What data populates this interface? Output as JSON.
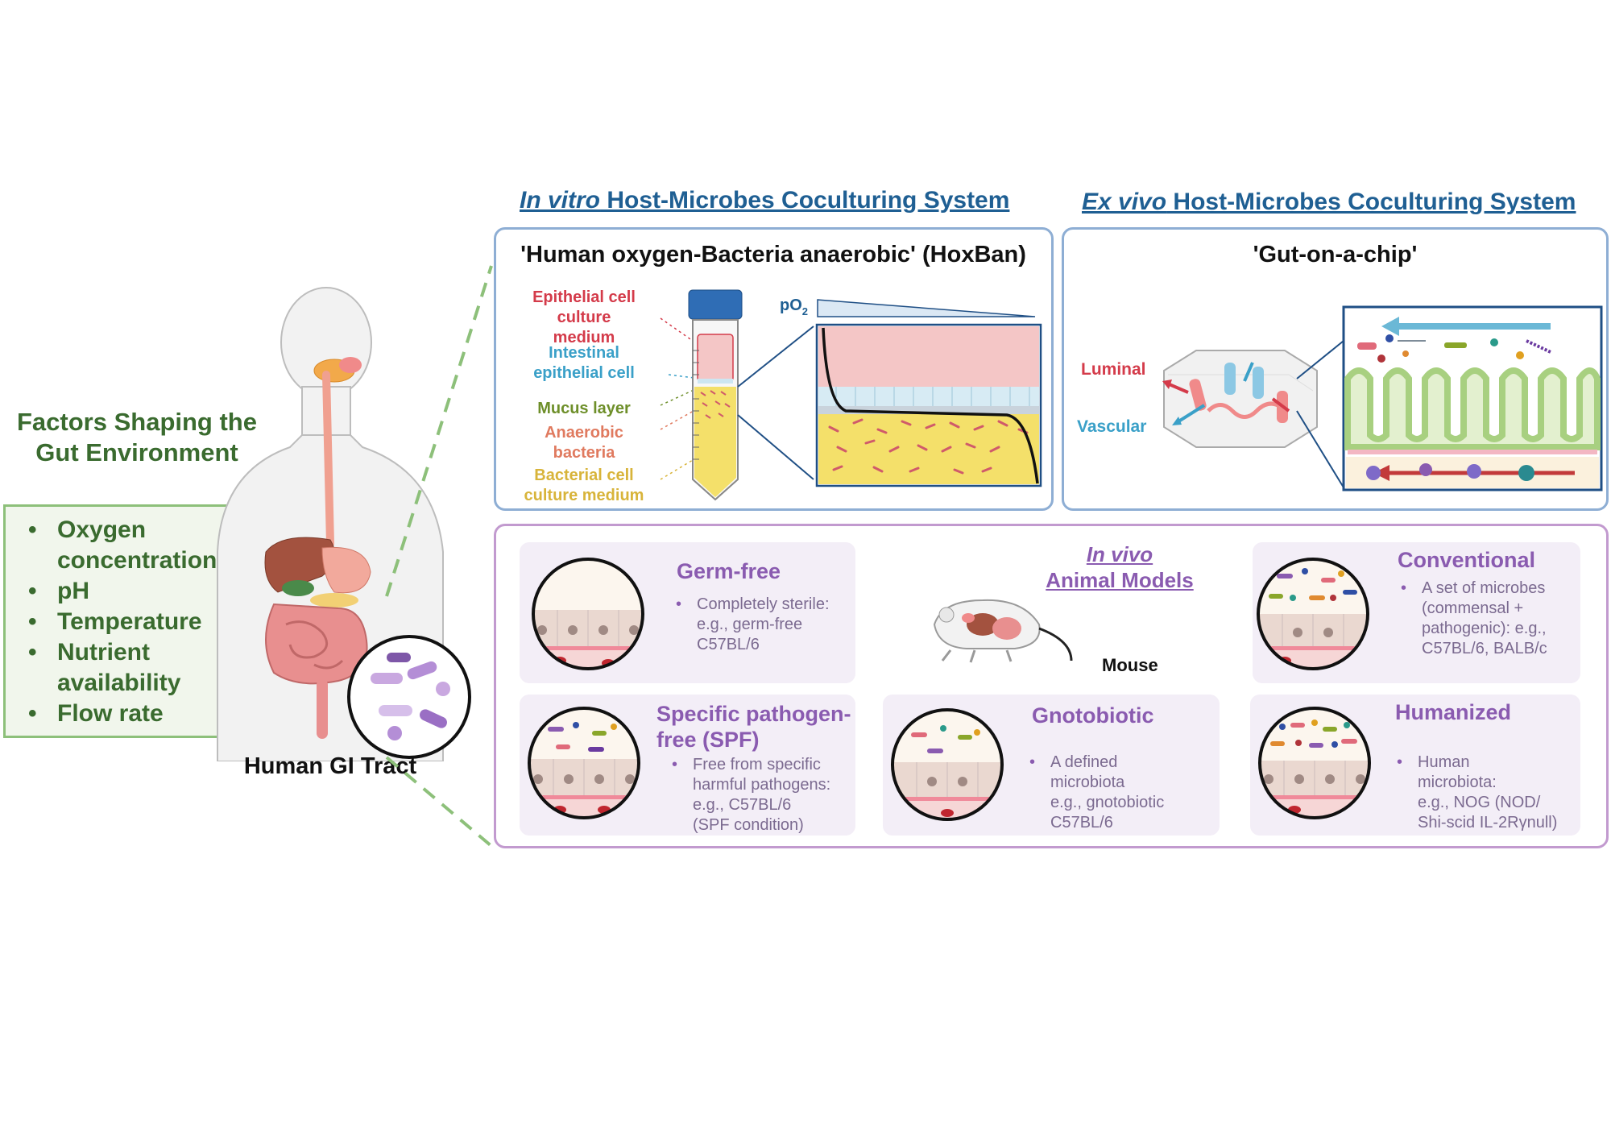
{
  "left": {
    "factors_title_line1": "Factors Shaping the",
    "factors_title_line2": "Gut Environment",
    "factors": [
      "Oxygen",
      "concentration",
      "pH",
      "Temperature",
      "Nutrient",
      "availability",
      "Flow rate"
    ],
    "gi_label": "Human GI Tract"
  },
  "invitro": {
    "title_italic": "In vitro",
    "title_rest": " Host-Microbes Coculturing System",
    "panel_title": "'Human oxygen-Bacteria anaerobic' (HoxBan)",
    "po2_label": "pO",
    "po2_sub": "2",
    "labels": {
      "epi_medium_1": "Epithelial cell",
      "epi_medium_2": "culture",
      "epi_medium_3": "medium",
      "intestinal_1": "Intestinal",
      "intestinal_2": "epithelial cell",
      "mucus": "Mucus layer",
      "anaerobic_1": "Anaerobic",
      "anaerobic_2": "bacteria",
      "bact_medium_1": "Bacterial cell",
      "bact_medium_2": "culture medium"
    }
  },
  "exvivo": {
    "title_italic": "Ex vivo",
    "title_rest": " Host-Microbes Coculturing System",
    "panel_title": "'Gut-on-a-chip'",
    "luminal": "Luminal",
    "vascular": "Vascular"
  },
  "invivo": {
    "title_italic": "In vivo",
    "title_rest": "Animal Models",
    "mouse_label": "Mouse",
    "models": {
      "germ_free": {
        "title": "Germ-free",
        "desc": [
          "Completely sterile:",
          "e.g., germ-free",
          "C57BL/6"
        ]
      },
      "conventional": {
        "title": "Conventional",
        "desc": [
          "A set of microbes",
          "(commensal +",
          "pathogenic): e.g.,",
          "C57BL/6, BALB/c"
        ]
      },
      "spf": {
        "title_1": "Specific pathogen-",
        "title_2": "free (SPF)",
        "desc": [
          "Free from specific",
          "harmful pathogens:",
          "e.g., C57BL/6",
          "(SPF condition)"
        ]
      },
      "gnotobiotic": {
        "title": "Gnotobiotic",
        "desc": [
          "A defined",
          "microbiota",
          "e.g., gnotobiotic",
          "C57BL/6"
        ]
      },
      "humanized": {
        "title": "Humanized",
        "desc": [
          "Human",
          "microbiota:",
          "e.g., NOG (NOD/",
          "Shi-scid IL-2Rγnull)"
        ]
      }
    }
  },
  "colors": {
    "green": "#3a6b2f",
    "blue_title": "#1f5f93",
    "purple": "#8a5bb0",
    "red_label": "#d43b4a",
    "blue_label": "#3aa0c8",
    "olive_label": "#6e8f2a",
    "salmon_label": "#e07a5f",
    "yellow_label": "#d8b43a"
  }
}
